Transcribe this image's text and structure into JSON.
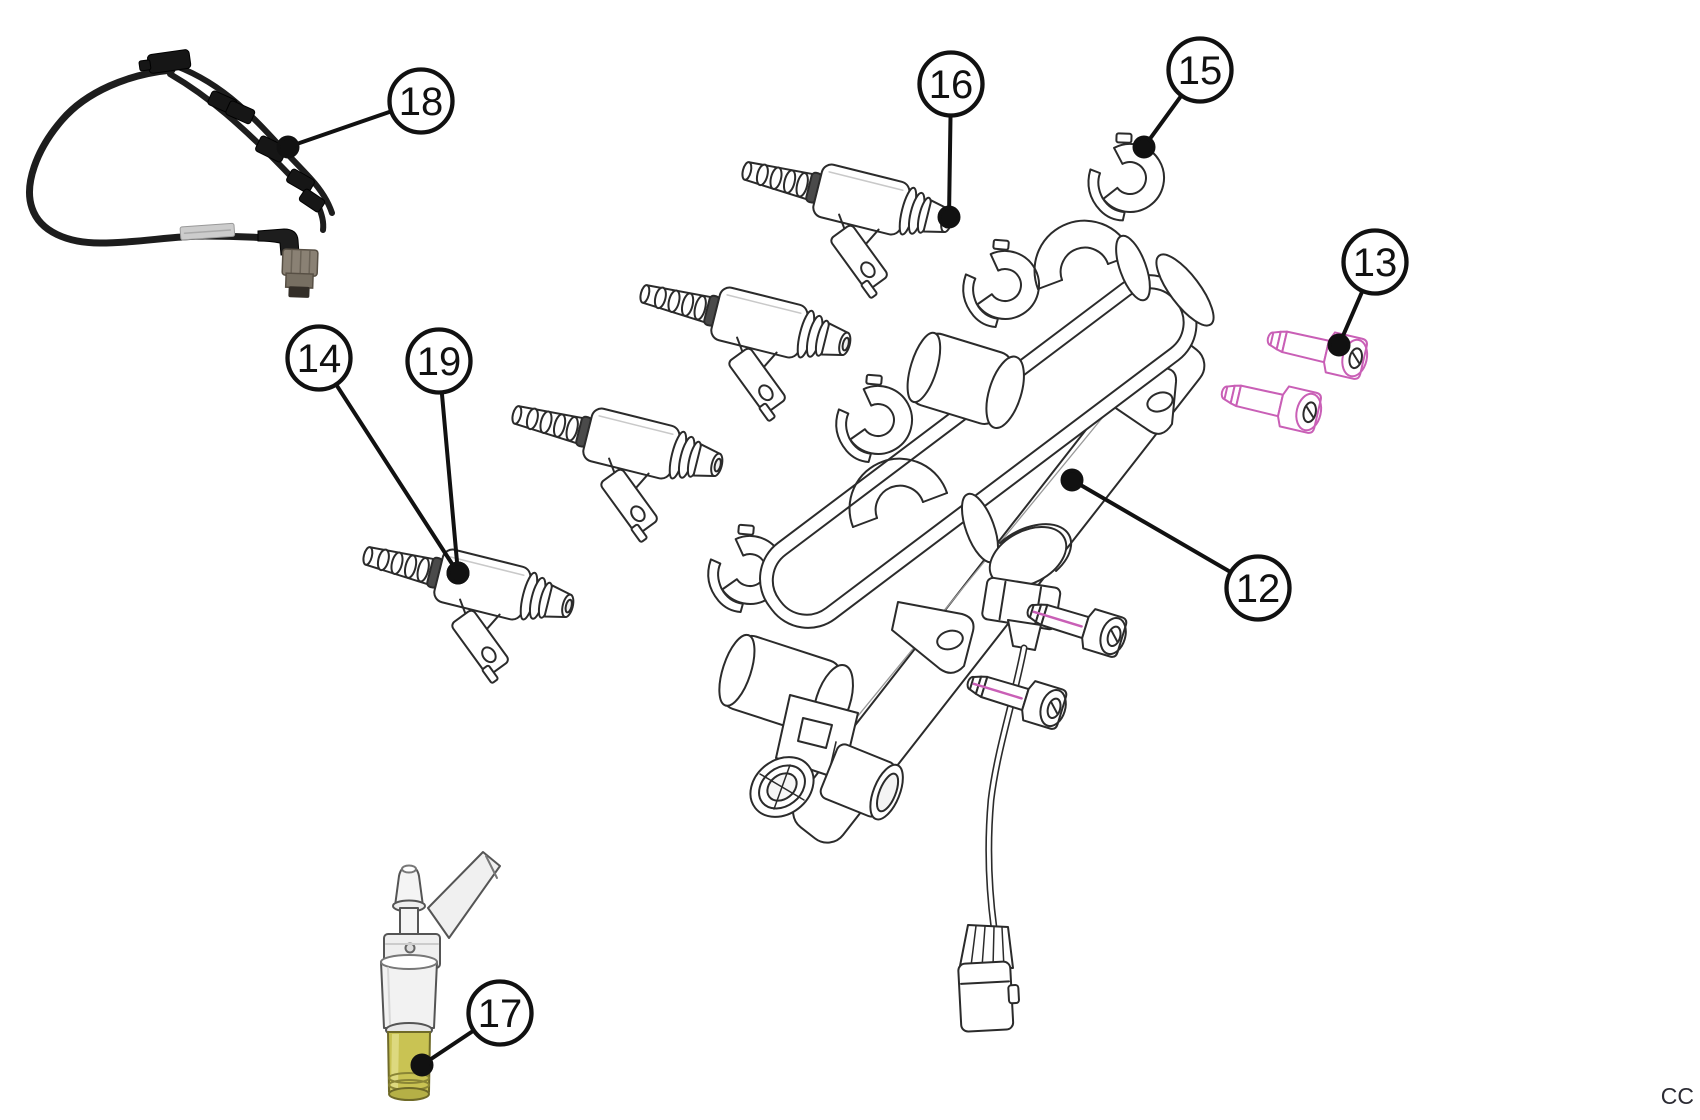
{
  "page": {
    "background": "#ffffff",
    "footer_code": "CC"
  },
  "colors": {
    "line": "#2b2b2b",
    "callout_line": "#111111",
    "accent_pink": "#c95fb6",
    "accent_yellow": "#c9c353",
    "harness_black": "#1d1d1d"
  },
  "callouts": [
    {
      "number": "12",
      "part": "fuel-rail"
    },
    {
      "number": "13",
      "part": "mounting-bolt"
    },
    {
      "number": "14",
      "part": "fuel-injector"
    },
    {
      "number": "15",
      "part": "retaining-clip"
    },
    {
      "number": "16",
      "part": "fuel-injector-tip"
    },
    {
      "number": "17",
      "part": "injector-lower-seal"
    },
    {
      "number": "18",
      "part": "wiring-harness"
    },
    {
      "number": "19",
      "part": "fuel-injector-body"
    }
  ]
}
